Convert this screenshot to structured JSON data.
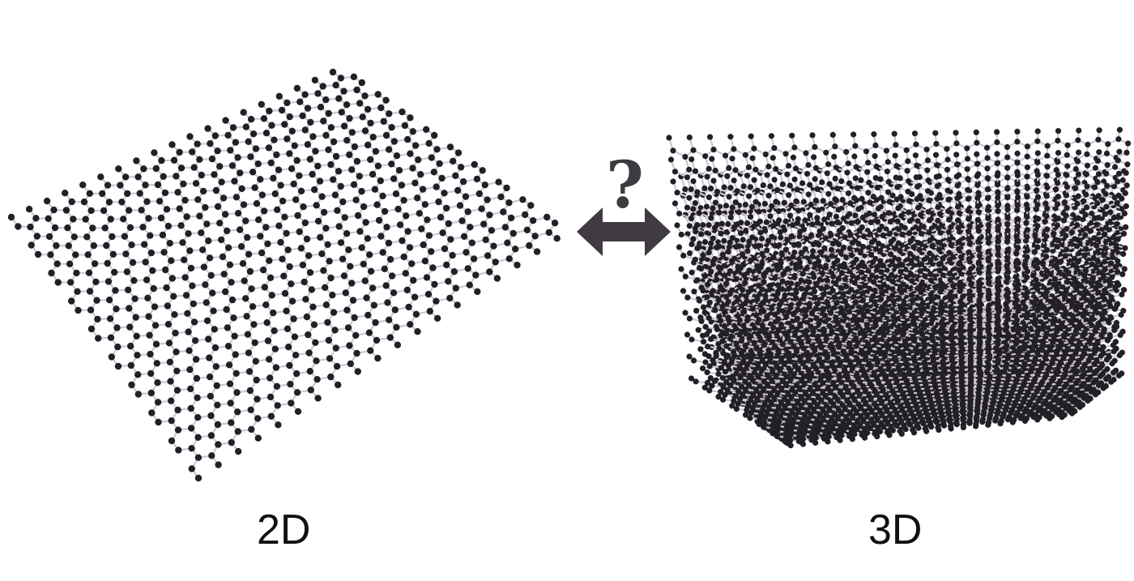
{
  "figure": {
    "left_label": "2D",
    "right_label": "3D",
    "relation_symbol": "?",
    "colors": {
      "atom": "#222026",
      "bond": "#cfc6d4",
      "arrow": "#403b42",
      "background": "#ffffff"
    },
    "icons": [
      "graphene-sheet",
      "stacked-graphite",
      "double-arrow-icon",
      "question-mark-icon"
    ]
  }
}
